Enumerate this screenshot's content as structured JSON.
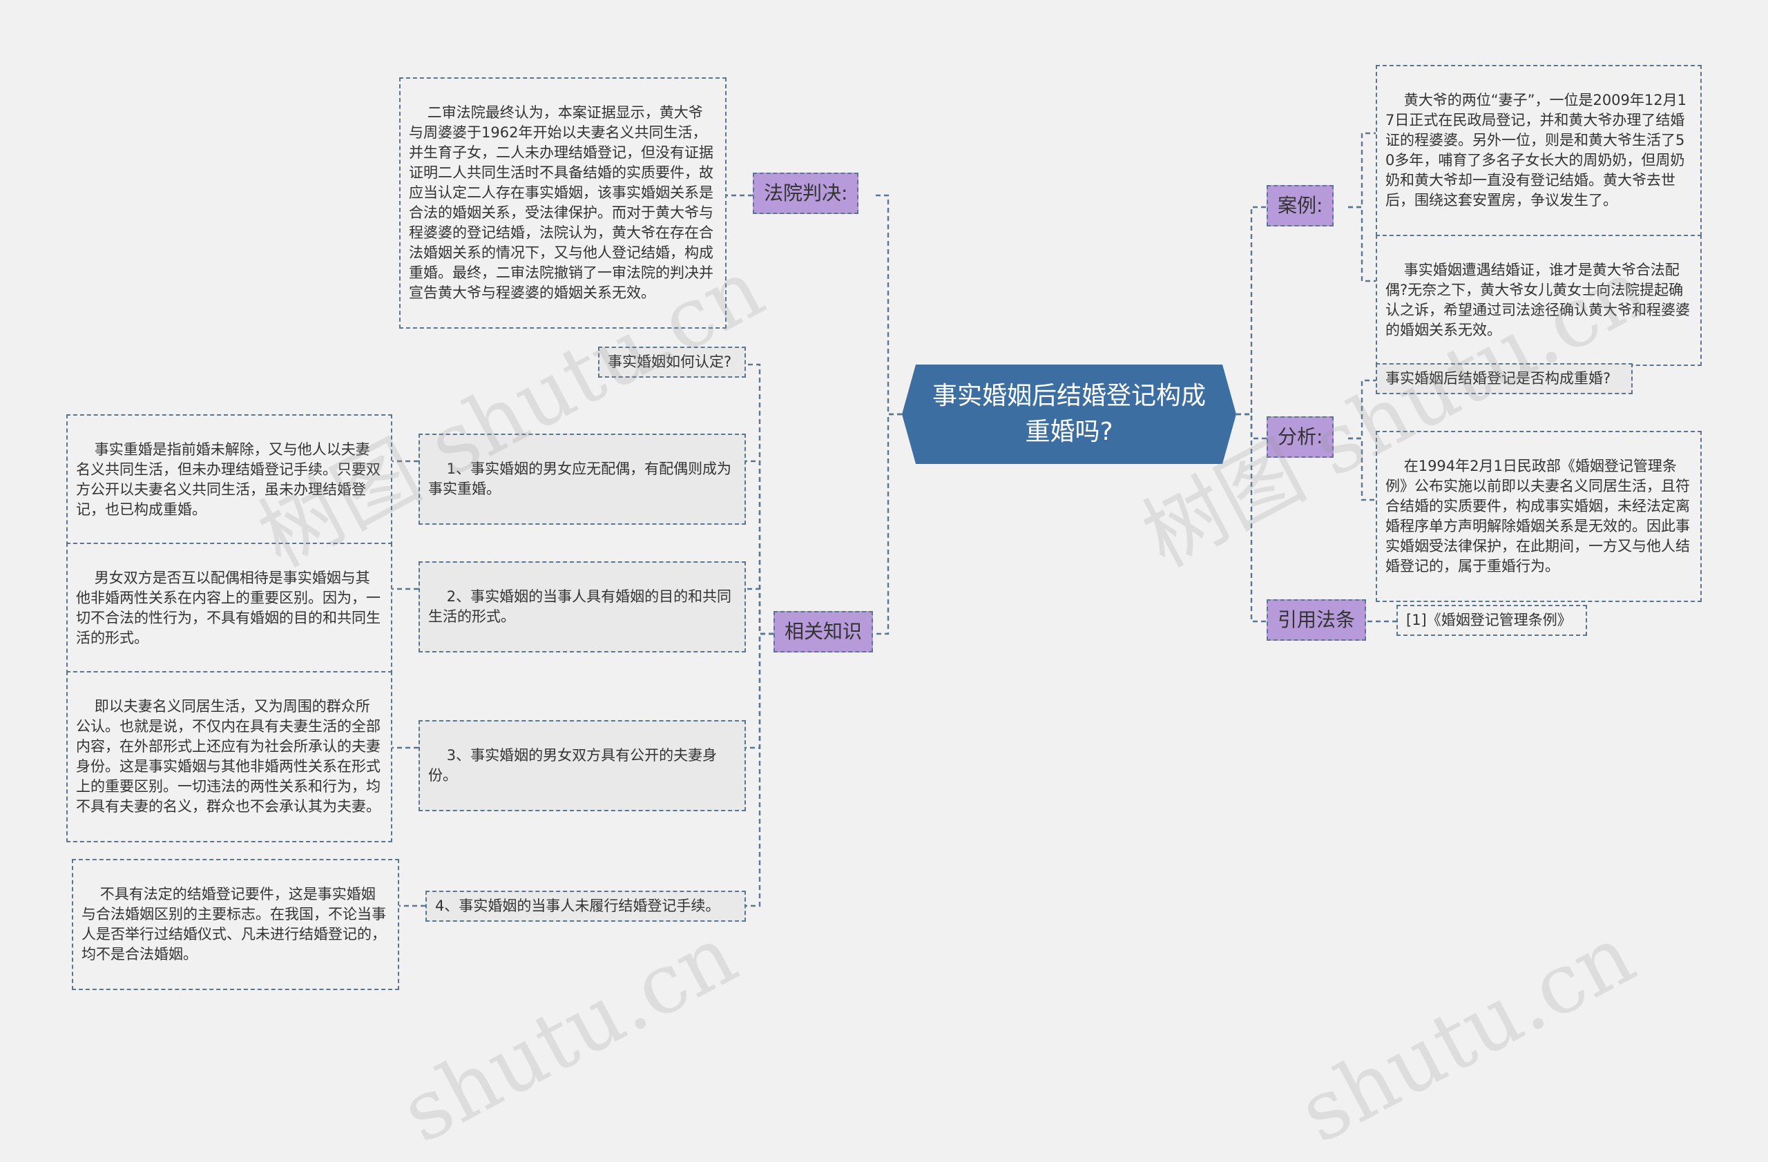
{
  "center": {
    "title": "事实婚姻后结婚登记构成重婚吗?"
  },
  "left": {
    "court": {
      "label": "法院判决:",
      "text": "二审法院最终认为，本案证据显示，黄大爷与周婆婆于1962年开始以夫妻名义共同生活，并生育子女，二人未办理结婚登记，但没有证据证明二人共同生活时不具备结婚的实质要件，故应当认定二人存在事实婚姻，该事实婚姻关系是合法的婚姻关系，受法律保护。而对于黄大爷与程婆婆的登记结婚，法院认为，黄大爷在存在合法婚姻关系的情况下，又与他人登记结婚，构成重婚。最终，二审法院撤销了一审法院的判决并宣告黄大爷与程婆婆的婚姻关系无效。"
    },
    "knowledge": {
      "label": "相关知识",
      "question": "事实婚姻如何认定?",
      "items": [
        {
          "point": "1、事实婚姻的男女应无配偶，有配偶则成为事实重婚。",
          "detail": "事实重婚是指前婚未解除，又与他人以夫妻名义共同生活，但未办理结婚登记手续。只要双方公开以夫妻名义共同生活，虽未办理结婚登记，也已构成重婚。"
        },
        {
          "point": "2、事实婚姻的当事人具有婚姻的目的和共同生活的形式。",
          "detail": "男女双方是否互以配偶相待是事实婚姻与其他非婚两性关系在内容上的重要区别。因为，一切不合法的性行为，不具有婚姻的目的和共同生活的形式。"
        },
        {
          "point": "3、事实婚姻的男女双方具有公开的夫妻身份。",
          "detail": "即以夫妻名义同居生活，又为周围的群众所公认。也就是说，不仅内在具有夫妻生活的全部内容，在外部形式上还应有为社会所承认的夫妻身份。这是事实婚姻与其他非婚两性关系在形式上的重要区别。一切违法的两性关系和行为，均不具有夫妻的名义，群众也不会承认其为夫妻。"
        },
        {
          "point": "4、事实婚姻的当事人未履行结婚登记手续。",
          "detail": "不具有法定的结婚登记要件，这是事实婚姻与合法婚姻区别的主要标志。在我国，不论当事人是否举行过结婚仪式、凡未进行结婚登记的，均不是合法婚姻。"
        }
      ]
    }
  },
  "right": {
    "case": {
      "label": "案例:",
      "texts": [
        "黄大爷的两位“妻子”，一位是2009年12月17日正式在民政局登记，并和黄大爷办理了结婚证的程婆婆。另外一位，则是和黄大爷生活了50多年，哺育了多名子女长大的周奶奶，但周奶奶和黄大爷却一直没有登记结婚。黄大爷去世后，围绕这套安置房，争议发生了。",
        "事实婚姻遭遇结婚证，谁才是黄大爷合法配偶?无奈之下，黄大爷女儿黄女士向法院提起确认之诉，希望通过司法途径确认黄大爷和程婆婆的婚姻关系无效。"
      ]
    },
    "analysis": {
      "label": "分析:",
      "texts": [
        "事实婚姻后结婚登记是否构成重婚?",
        "在1994年2月1日民政部《婚姻登记管理条例》公布实施以前即以夫妻名义同居生活，且符合结婚的实质要件，构成事实婚姻，未经法定离婚程序单方声明解除婚姻关系是无效的。因此事实婚姻受法律保护，在此期间，一方又与他人结婚登记的，属于重婚行为。"
      ]
    },
    "law": {
      "label": "引用法条",
      "texts": [
        "[1]《婚姻登记管理条例》"
      ]
    }
  },
  "watermark": [
    "树图 shutu.cn",
    "树图 shutu.cn",
    "shutu.cn",
    "shutu.cn"
  ],
  "colors": {
    "center": "#3d6ea1",
    "branch": "#b79ad9",
    "line": "#5a7590",
    "bg": "#f1f1f2"
  }
}
